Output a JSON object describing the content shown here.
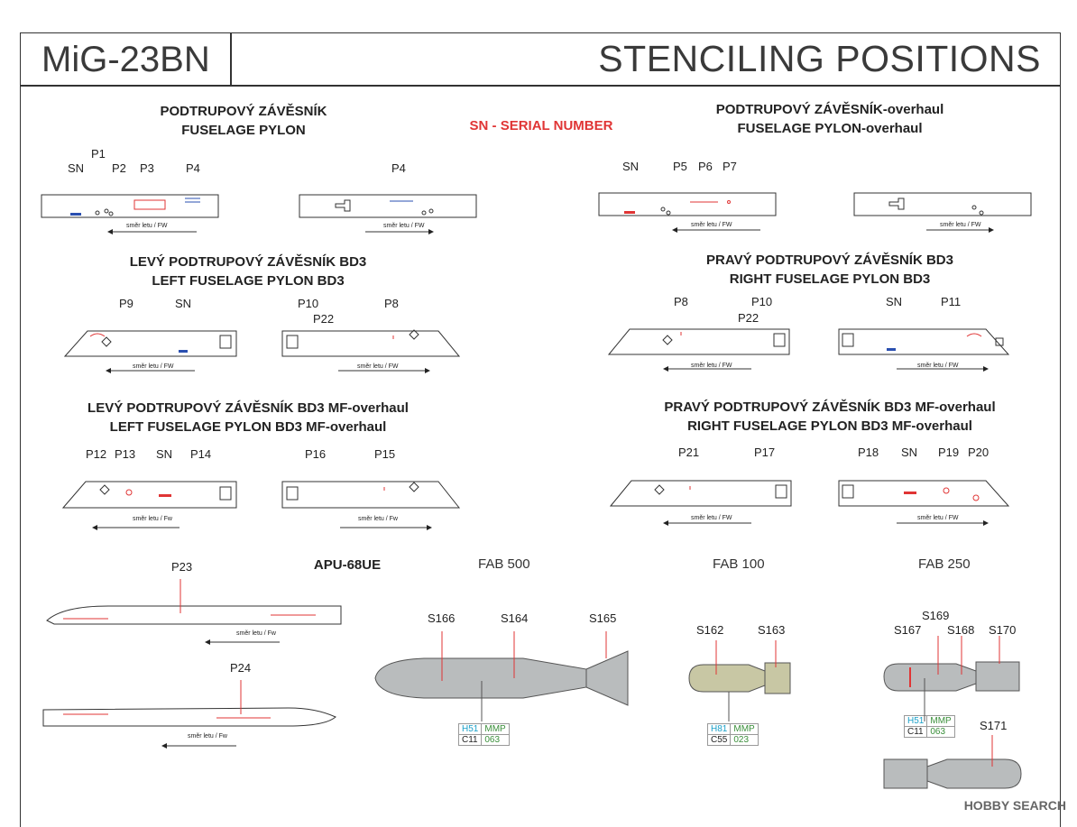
{
  "header": {
    "title_left": "MiG-23BN",
    "title_right": "STENCILING POSITIONS"
  },
  "legend": {
    "serial": "SN - SERIAL NUMBER"
  },
  "sections": {
    "s1": {
      "line1": "PODTRUPOVÝ ZÁVĚSNÍK",
      "line2": "FUSELAGE PYLON"
    },
    "s2": {
      "line1": "PODTRUPOVÝ ZÁVĚSNÍK-overhaul",
      "line2": "FUSELAGE PYLON-overhaul"
    },
    "s3": {
      "line1": "LEVÝ PODTRUPOVÝ ZÁVĚSNÍK BD3",
      "line2": "LEFT FUSELAGE PYLON BD3"
    },
    "s4": {
      "line1": "PRAVÝ PODTRUPOVÝ ZÁVĚSNÍK BD3",
      "line2": "RIGHT FUSELAGE PYLON BD3"
    },
    "s5": {
      "line1": "LEVÝ PODTRUPOVÝ ZÁVĚSNÍK BD3 MF-overhaul",
      "line2": "LEFT FUSELAGE PYLON BD3 MF-overhaul"
    },
    "s6": {
      "line1": "PRAVÝ PODTRUPOVÝ ZÁVĚSNÍK BD3 MF-overhaul",
      "line2": "RIGHT FUSELAGE PYLON BD3 MF-overhaul"
    }
  },
  "labels": {
    "SN": "SN",
    "P1": "P1",
    "P2": "P2",
    "P3": "P3",
    "P4": "P4",
    "P5": "P5",
    "P6": "P6",
    "P7": "P7",
    "P8": "P8",
    "P9": "P9",
    "P10": "P10",
    "P11": "P11",
    "P12": "P12",
    "P13": "P13",
    "P14": "P14",
    "P15": "P15",
    "P16": "P16",
    "P17": "P17",
    "P18": "P18",
    "P19": "P19",
    "P20": "P20",
    "P21": "P21",
    "P22": "P22",
    "P23": "P23",
    "P24": "P24"
  },
  "direction": {
    "fw_upper": "směr letu / FW",
    "fw_mixed": "směr letu / Fw"
  },
  "weapons": {
    "apu": "APU-68UE",
    "fab500": "FAB 500",
    "fab100": "FAB 100",
    "fab250": "FAB 250",
    "S162": "S162",
    "S163": "S163",
    "S164": "S164",
    "S165": "S165",
    "S166": "S166",
    "S167": "S167",
    "S168": "S168",
    "S169": "S169",
    "S170": "S170",
    "S171": "S171"
  },
  "paint_refs": {
    "fab500": {
      "h": "H51",
      "mmp_a": "MMP",
      "c": "C11",
      "mmp_b": "063"
    },
    "fab100": {
      "h": "H81",
      "mmp_a": "MMP",
      "c": "C55",
      "mmp_b": "023"
    },
    "fab250": {
      "h": "H51",
      "mmp_a": "MMP",
      "c": "C11",
      "mmp_b": "063"
    }
  },
  "watermark": "HOBBY SEARCH",
  "colors": {
    "stencil_red": "#e03535",
    "stencil_blue": "#2a4fb0",
    "bomb_gray": "#b9bcbd",
    "bomb_olive": "#c8c7a4"
  }
}
